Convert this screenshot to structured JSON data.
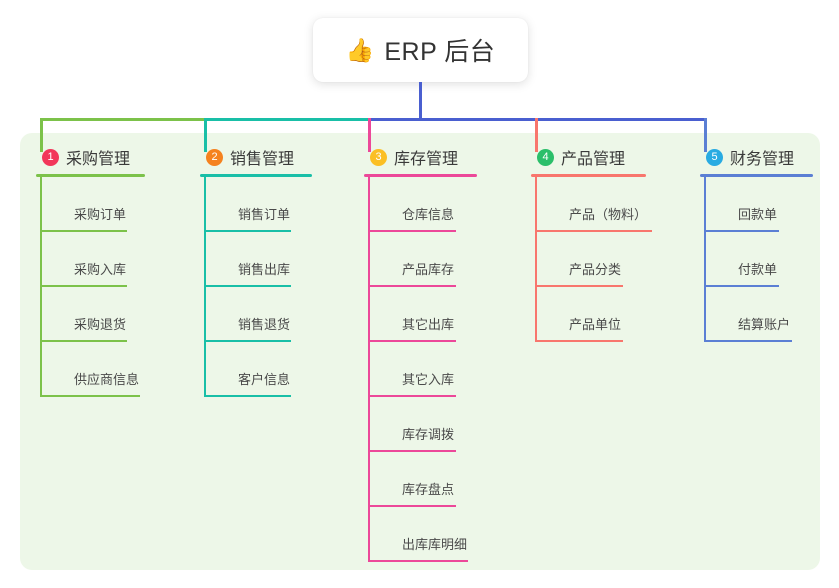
{
  "root": {
    "icon": "thumbs-up-icon",
    "icon_glyph": "👍",
    "title": "ERP 后台"
  },
  "panel": {
    "background": "#edf7e8"
  },
  "connector": {
    "stem_color": "#4a5fd0",
    "segments": [
      {
        "color": "#7cc24a"
      },
      {
        "color": "#19bfa7"
      },
      {
        "color": "#4a5fd0"
      },
      {
        "color": "#4a5fd0"
      },
      {
        "color": "#4a5fd0"
      }
    ]
  },
  "columns": [
    {
      "number": "1",
      "title": "采购管理",
      "badge_color": "#f2375a",
      "accent": "#7cc24a",
      "rule_width": 109,
      "drop_color": "#7cc24a",
      "items": [
        {
          "label": "采购订单",
          "rule_width": 87
        },
        {
          "label": "采购入库",
          "rule_width": 87
        },
        {
          "label": "采购退货",
          "rule_width": 87
        },
        {
          "label": "供应商信息",
          "rule_width": 100
        }
      ]
    },
    {
      "number": "2",
      "title": "销售管理",
      "badge_color": "#f5821f",
      "accent": "#19bfa7",
      "rule_width": 112,
      "drop_color": "#19bfa7",
      "items": [
        {
          "label": "销售订单",
          "rule_width": 87
        },
        {
          "label": "销售出库",
          "rule_width": 87
        },
        {
          "label": "销售退货",
          "rule_width": 87
        },
        {
          "label": "客户信息",
          "rule_width": 87
        }
      ]
    },
    {
      "number": "3",
      "title": "库存管理",
      "badge_color": "#fbbf24",
      "accent": "#ec4899",
      "rule_width": 113,
      "drop_color": "#ec4899",
      "items": [
        {
          "label": "仓库信息",
          "rule_width": 88
        },
        {
          "label": "产品库存",
          "rule_width": 88
        },
        {
          "label": "其它出库",
          "rule_width": 88
        },
        {
          "label": "其它入库",
          "rule_width": 88
        },
        {
          "label": "库存调拨",
          "rule_width": 88
        },
        {
          "label": "库存盘点",
          "rule_width": 88
        },
        {
          "label": "出库库明细",
          "rule_width": 100
        }
      ]
    },
    {
      "number": "4",
      "title": "产品管理",
      "badge_color": "#2bbf6a",
      "accent": "#f8766d",
      "rule_width": 115,
      "drop_color": "#f8766d",
      "items": [
        {
          "label": "产品（物料）",
          "rule_width": 117
        },
        {
          "label": "产品分类",
          "rule_width": 88
        },
        {
          "label": "产品单位",
          "rule_width": 88
        }
      ]
    },
    {
      "number": "5",
      "title": "财务管理",
      "badge_color": "#29abe2",
      "accent": "#5b7fd4",
      "rule_width": 113,
      "drop_color": "#5b7fd4",
      "items": [
        {
          "label": "回款单",
          "rule_width": 75
        },
        {
          "label": "付款单",
          "rule_width": 75
        },
        {
          "label": "结算账户",
          "rule_width": 88
        }
      ]
    }
  ]
}
